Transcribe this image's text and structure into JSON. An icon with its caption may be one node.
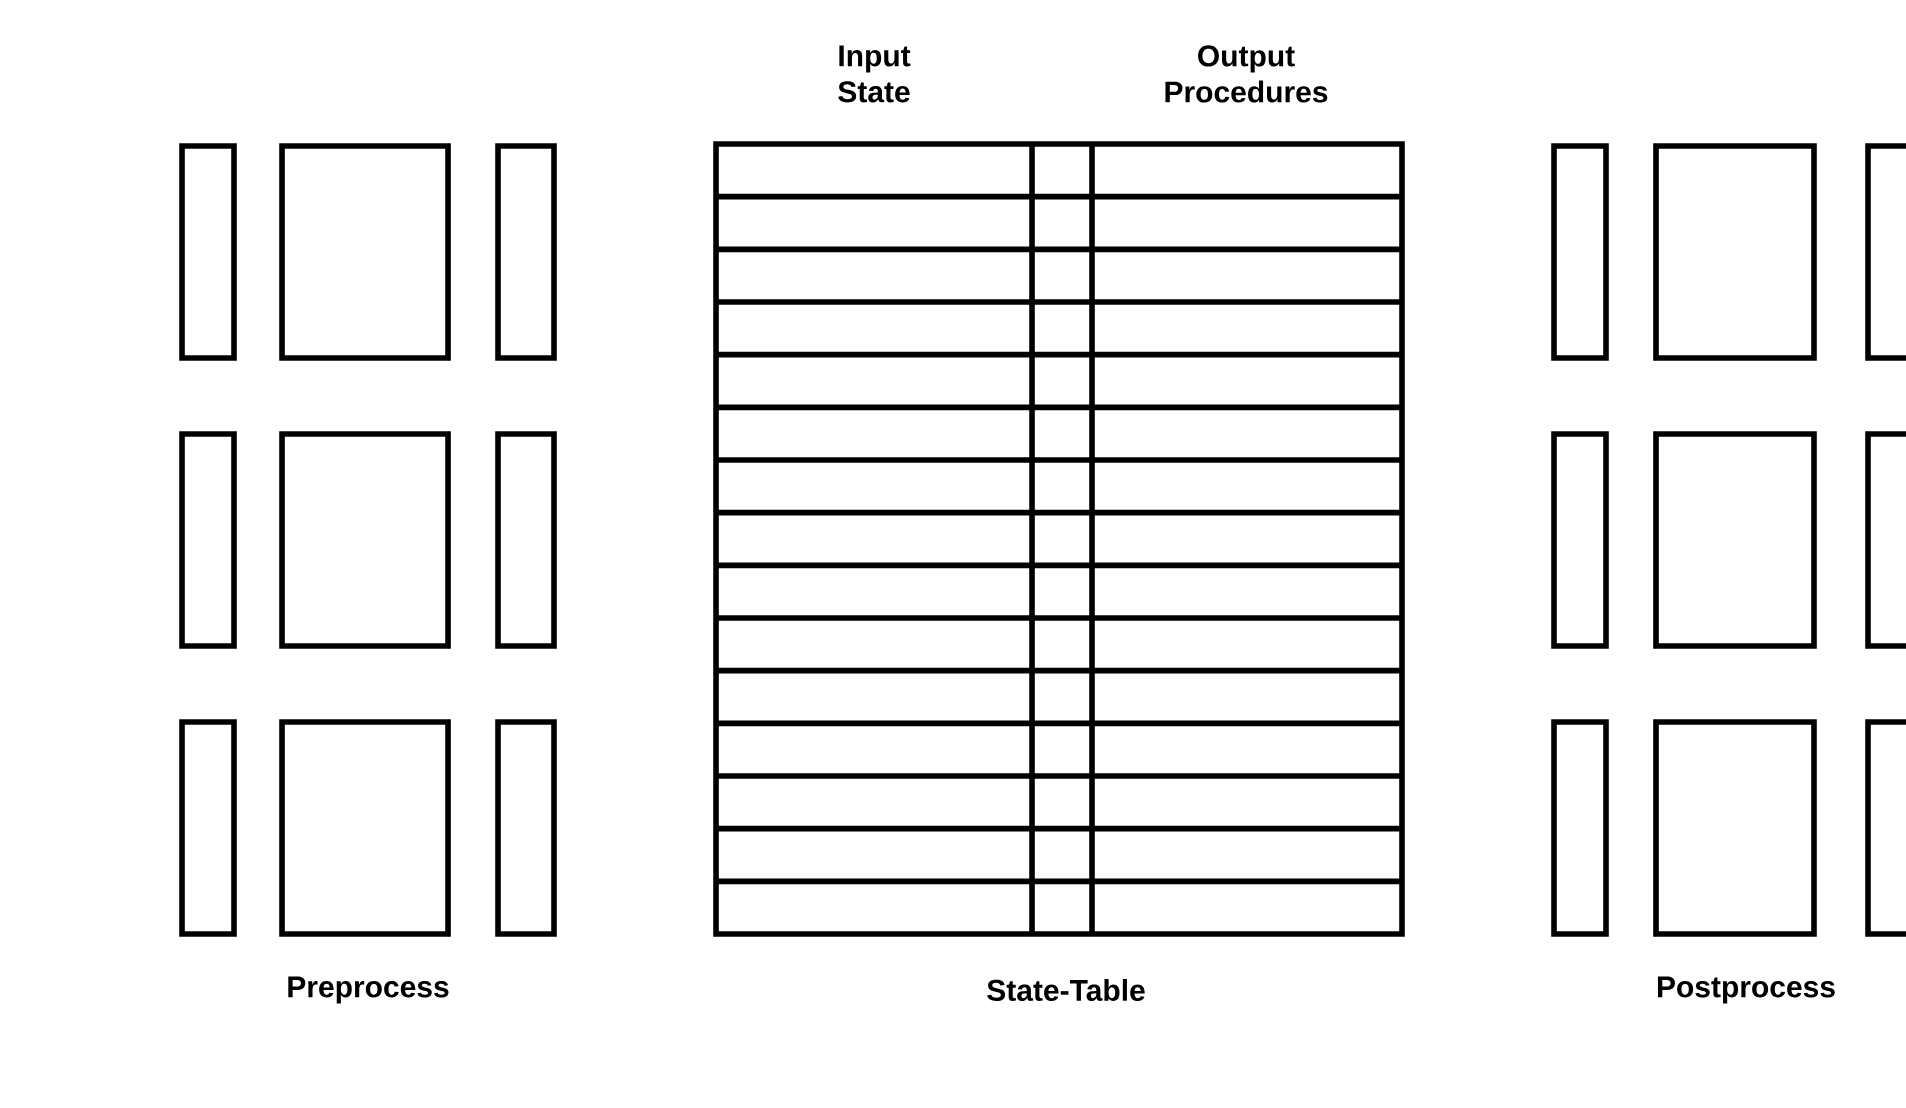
{
  "diagram": {
    "labels": [
      "Input State",
      "Output Procedures",
      "Preprocess",
      "State-Table",
      "Postprocess"
    ]
  }
}
